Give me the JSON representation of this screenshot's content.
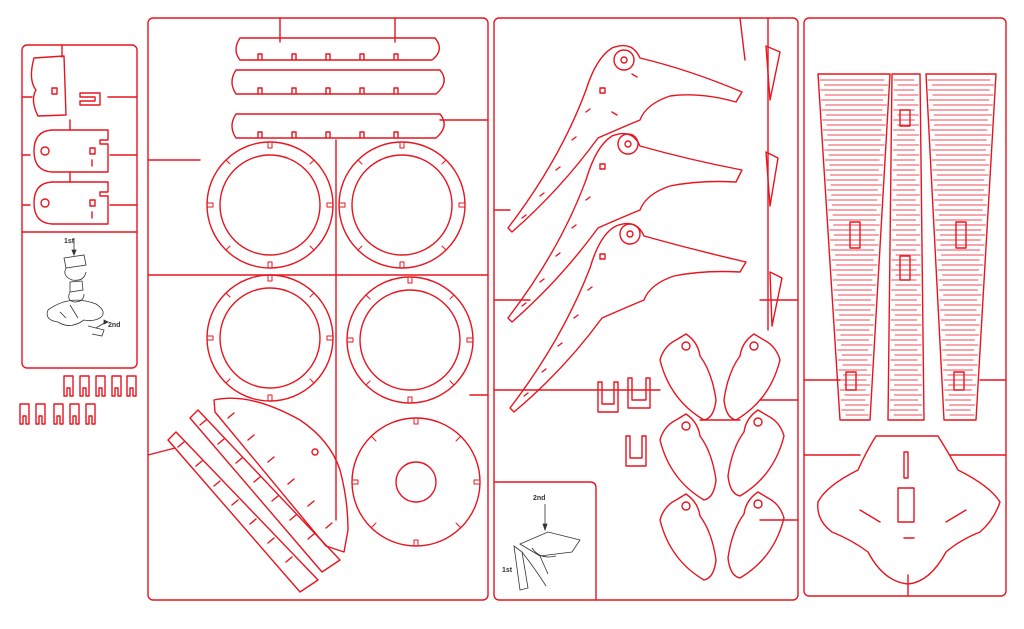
{
  "colors": {
    "cut_line": "#e8141f",
    "sketch": "#333333",
    "background": "#ffffff"
  },
  "sheets": [
    {
      "id": "sheet-a",
      "assembly_labels": [
        "1st",
        "2nd"
      ]
    },
    {
      "id": "sheet-b"
    },
    {
      "id": "sheet-c",
      "assembly_labels": [
        "2nd",
        "1st"
      ]
    },
    {
      "id": "sheet-d"
    }
  ]
}
